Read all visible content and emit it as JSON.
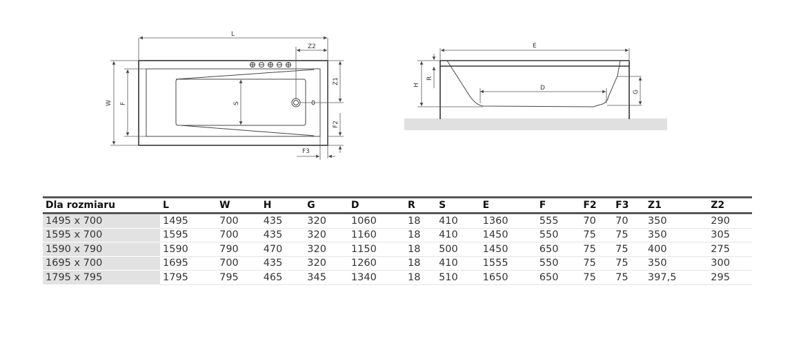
{
  "top_view": {
    "labels": {
      "L": "L",
      "Z2": "Z2",
      "W": "W",
      "F": "F",
      "S": "S",
      "Z1": "Z1",
      "F2": "F2",
      "F3": "F3"
    }
  },
  "side_view": {
    "labels": {
      "E": "E",
      "H": "H",
      "R": "R",
      "D": "D",
      "G": "G"
    }
  },
  "table": {
    "headers": [
      "Dla rozmiaru",
      "L",
      "W",
      "H",
      "G",
      "D",
      "R",
      "S",
      "E",
      "F",
      "F2",
      "F3",
      "Z1",
      "Z2"
    ],
    "rows": [
      [
        "1495 x 700",
        "1495",
        "700",
        "435",
        "320",
        "1060",
        "18",
        "410",
        "1360",
        "555",
        "70",
        "70",
        "350",
        "290"
      ],
      [
        "1595 x 700",
        "1595",
        "700",
        "435",
        "320",
        "1160",
        "18",
        "410",
        "1450",
        "550",
        "75",
        "75",
        "350",
        "305"
      ],
      [
        "1590 x 790",
        "1590",
        "790",
        "470",
        "320",
        "1150",
        "18",
        "500",
        "1450",
        "650",
        "75",
        "75",
        "400",
        "275"
      ],
      [
        "1695 x 700",
        "1695",
        "700",
        "435",
        "320",
        "1260",
        "18",
        "410",
        "1555",
        "550",
        "75",
        "75",
        "350",
        "300"
      ],
      [
        "1795 x 795",
        "1795",
        "795",
        "465",
        "345",
        "1340",
        "18",
        "510",
        "1650",
        "650",
        "75",
        "75",
        "397,5",
        "295"
      ]
    ]
  }
}
